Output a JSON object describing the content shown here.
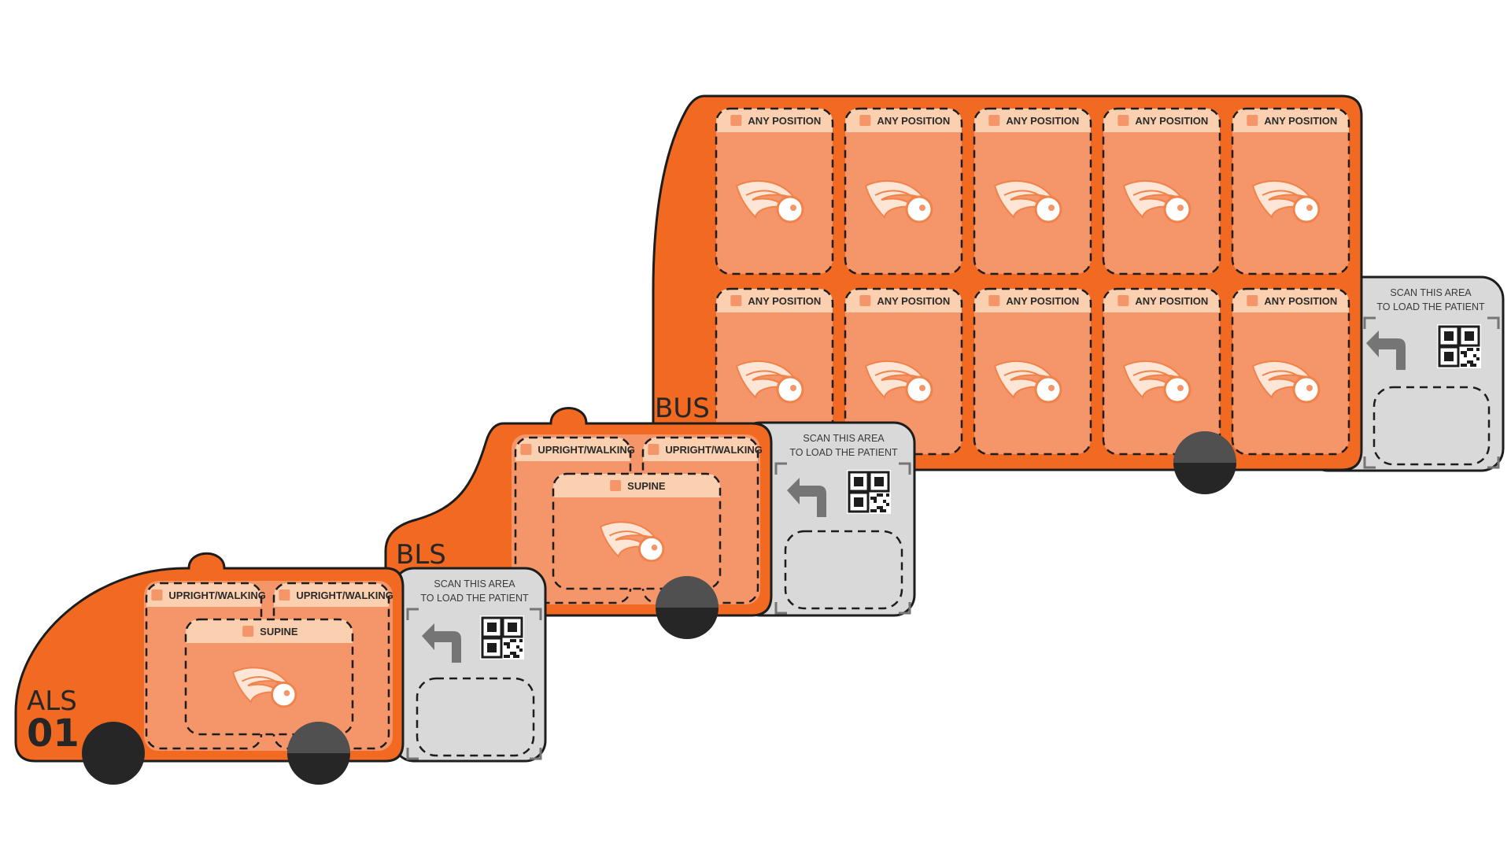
{
  "colors": {
    "body": "#f26a22",
    "slot_fill": "#f4956a",
    "slot_header": "#fbd0b0",
    "slot_header_icon": "#f4956a",
    "scan_panel": "#d9d9d9",
    "outline": "#1d1d1d",
    "wheel": "#262626",
    "arrow": "#757575"
  },
  "vehicles": [
    {
      "id": "als",
      "name": "ALS",
      "number": "01",
      "slots": [
        {
          "label": "UPRIGHT/WALKING"
        },
        {
          "label": "UPRIGHT/WALKING"
        },
        {
          "label": "SUPINE"
        }
      ],
      "scan": {
        "line1": "SCAN THIS AREA",
        "line2": "TO LOAD THE PATIENT",
        "arrow_icon": "return-arrow-icon",
        "code_icon": "qr-code-icon"
      }
    },
    {
      "id": "bls",
      "name": "BLS",
      "slots": [
        {
          "label": "UPRIGHT/WALKING"
        },
        {
          "label": "UPRIGHT/WALKING"
        },
        {
          "label": "SUPINE"
        }
      ],
      "scan": {
        "line1": "SCAN THIS AREA",
        "line2": "TO LOAD THE PATIENT",
        "arrow_icon": "return-arrow-icon",
        "code_icon": "qr-code-icon"
      }
    },
    {
      "id": "bus",
      "name": "BUS",
      "slots": [
        {
          "label": "ANY POSITION"
        },
        {
          "label": "ANY POSITION"
        },
        {
          "label": "ANY POSITION"
        },
        {
          "label": "ANY POSITION"
        },
        {
          "label": "ANY POSITION"
        },
        {
          "label": "ANY POSITION"
        },
        {
          "label": "ANY POSITION"
        },
        {
          "label": "ANY POSITION"
        },
        {
          "label": "ANY POSITION"
        },
        {
          "label": "ANY POSITION"
        }
      ],
      "scan": {
        "line1": "SCAN THIS AREA",
        "line2": "TO LOAD THE PATIENT",
        "arrow_icon": "return-arrow-icon",
        "code_icon": "qr-code-icon"
      }
    }
  ],
  "slot_icon": "comet-icon"
}
